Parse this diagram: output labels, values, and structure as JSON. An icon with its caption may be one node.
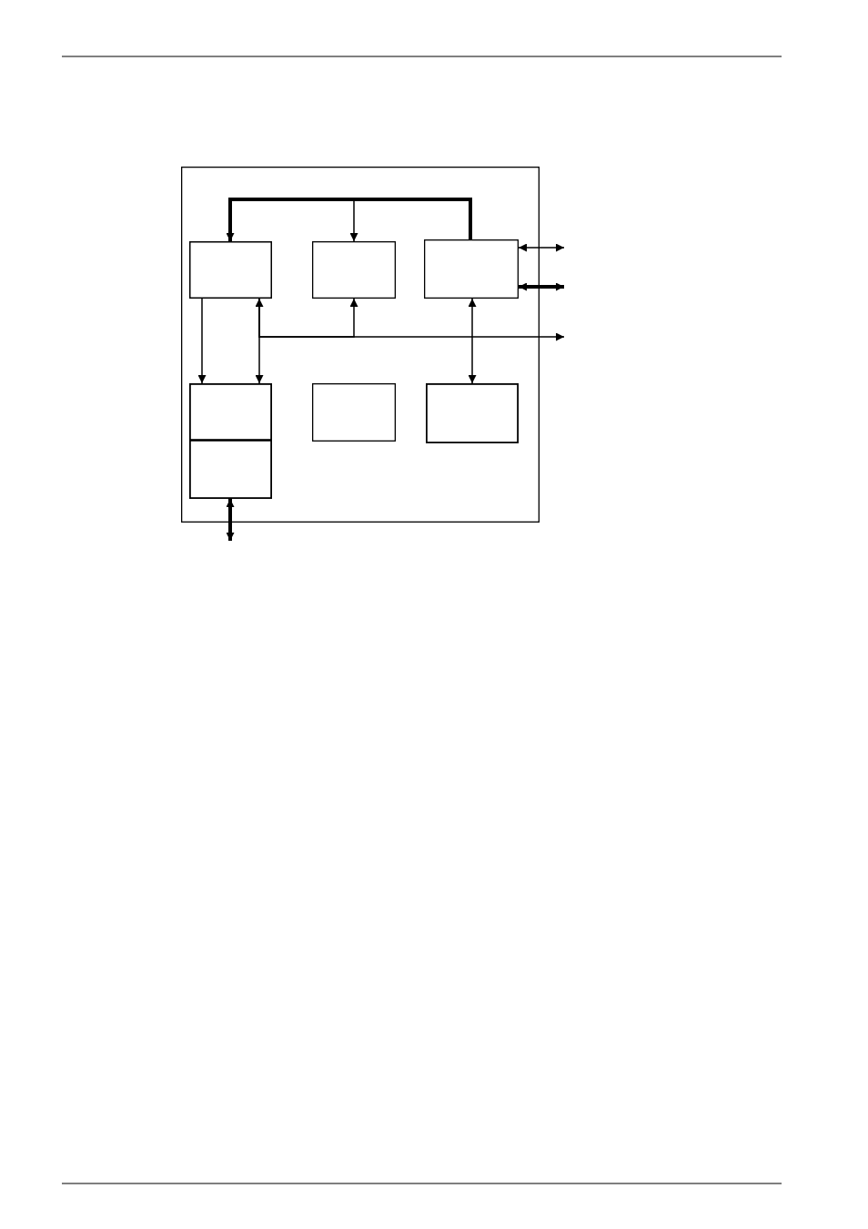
{
  "diagram": {
    "nodes": [
      {
        "text": [],
        "shape": "box"
      },
      {
        "text": [],
        "shape": "box",
        "in": 0
      },
      {
        "text": [],
        "shape": "box",
        "in": 0
      },
      {
        "text": [],
        "shape": "box",
        "in": 0
      },
      {
        "text": [],
        "shape": "box",
        "in": 0
      },
      {
        "text": [],
        "shape": "box",
        "in": 0
      },
      {
        "text": [],
        "shape": "box",
        "in": 0
      },
      {
        "text": [],
        "shape": "box",
        "in": 0
      }
    ],
    "edges": [
      {
        "from": 3,
        "to": 1,
        "arrow": "to",
        "style": "thick"
      },
      {
        "from": 3,
        "to": 2,
        "arrow": "to"
      },
      {
        "from": 3,
        "to": null,
        "arrow": "both"
      },
      {
        "from": 3,
        "to": null,
        "arrow": "both",
        "style": "thick"
      },
      {
        "from": 1,
        "to": 4,
        "arrow": "to"
      },
      {
        "from": 4,
        "to": 1,
        "arrow": "both"
      },
      {
        "from": 1,
        "to": 2,
        "arrow": "to"
      },
      {
        "from": 1,
        "to": null,
        "arrow": "to"
      },
      {
        "from": 3,
        "to": 7,
        "arrow": "both"
      },
      {
        "from": 5,
        "to": null,
        "arrow": "both",
        "style": "thick"
      }
    ]
  }
}
